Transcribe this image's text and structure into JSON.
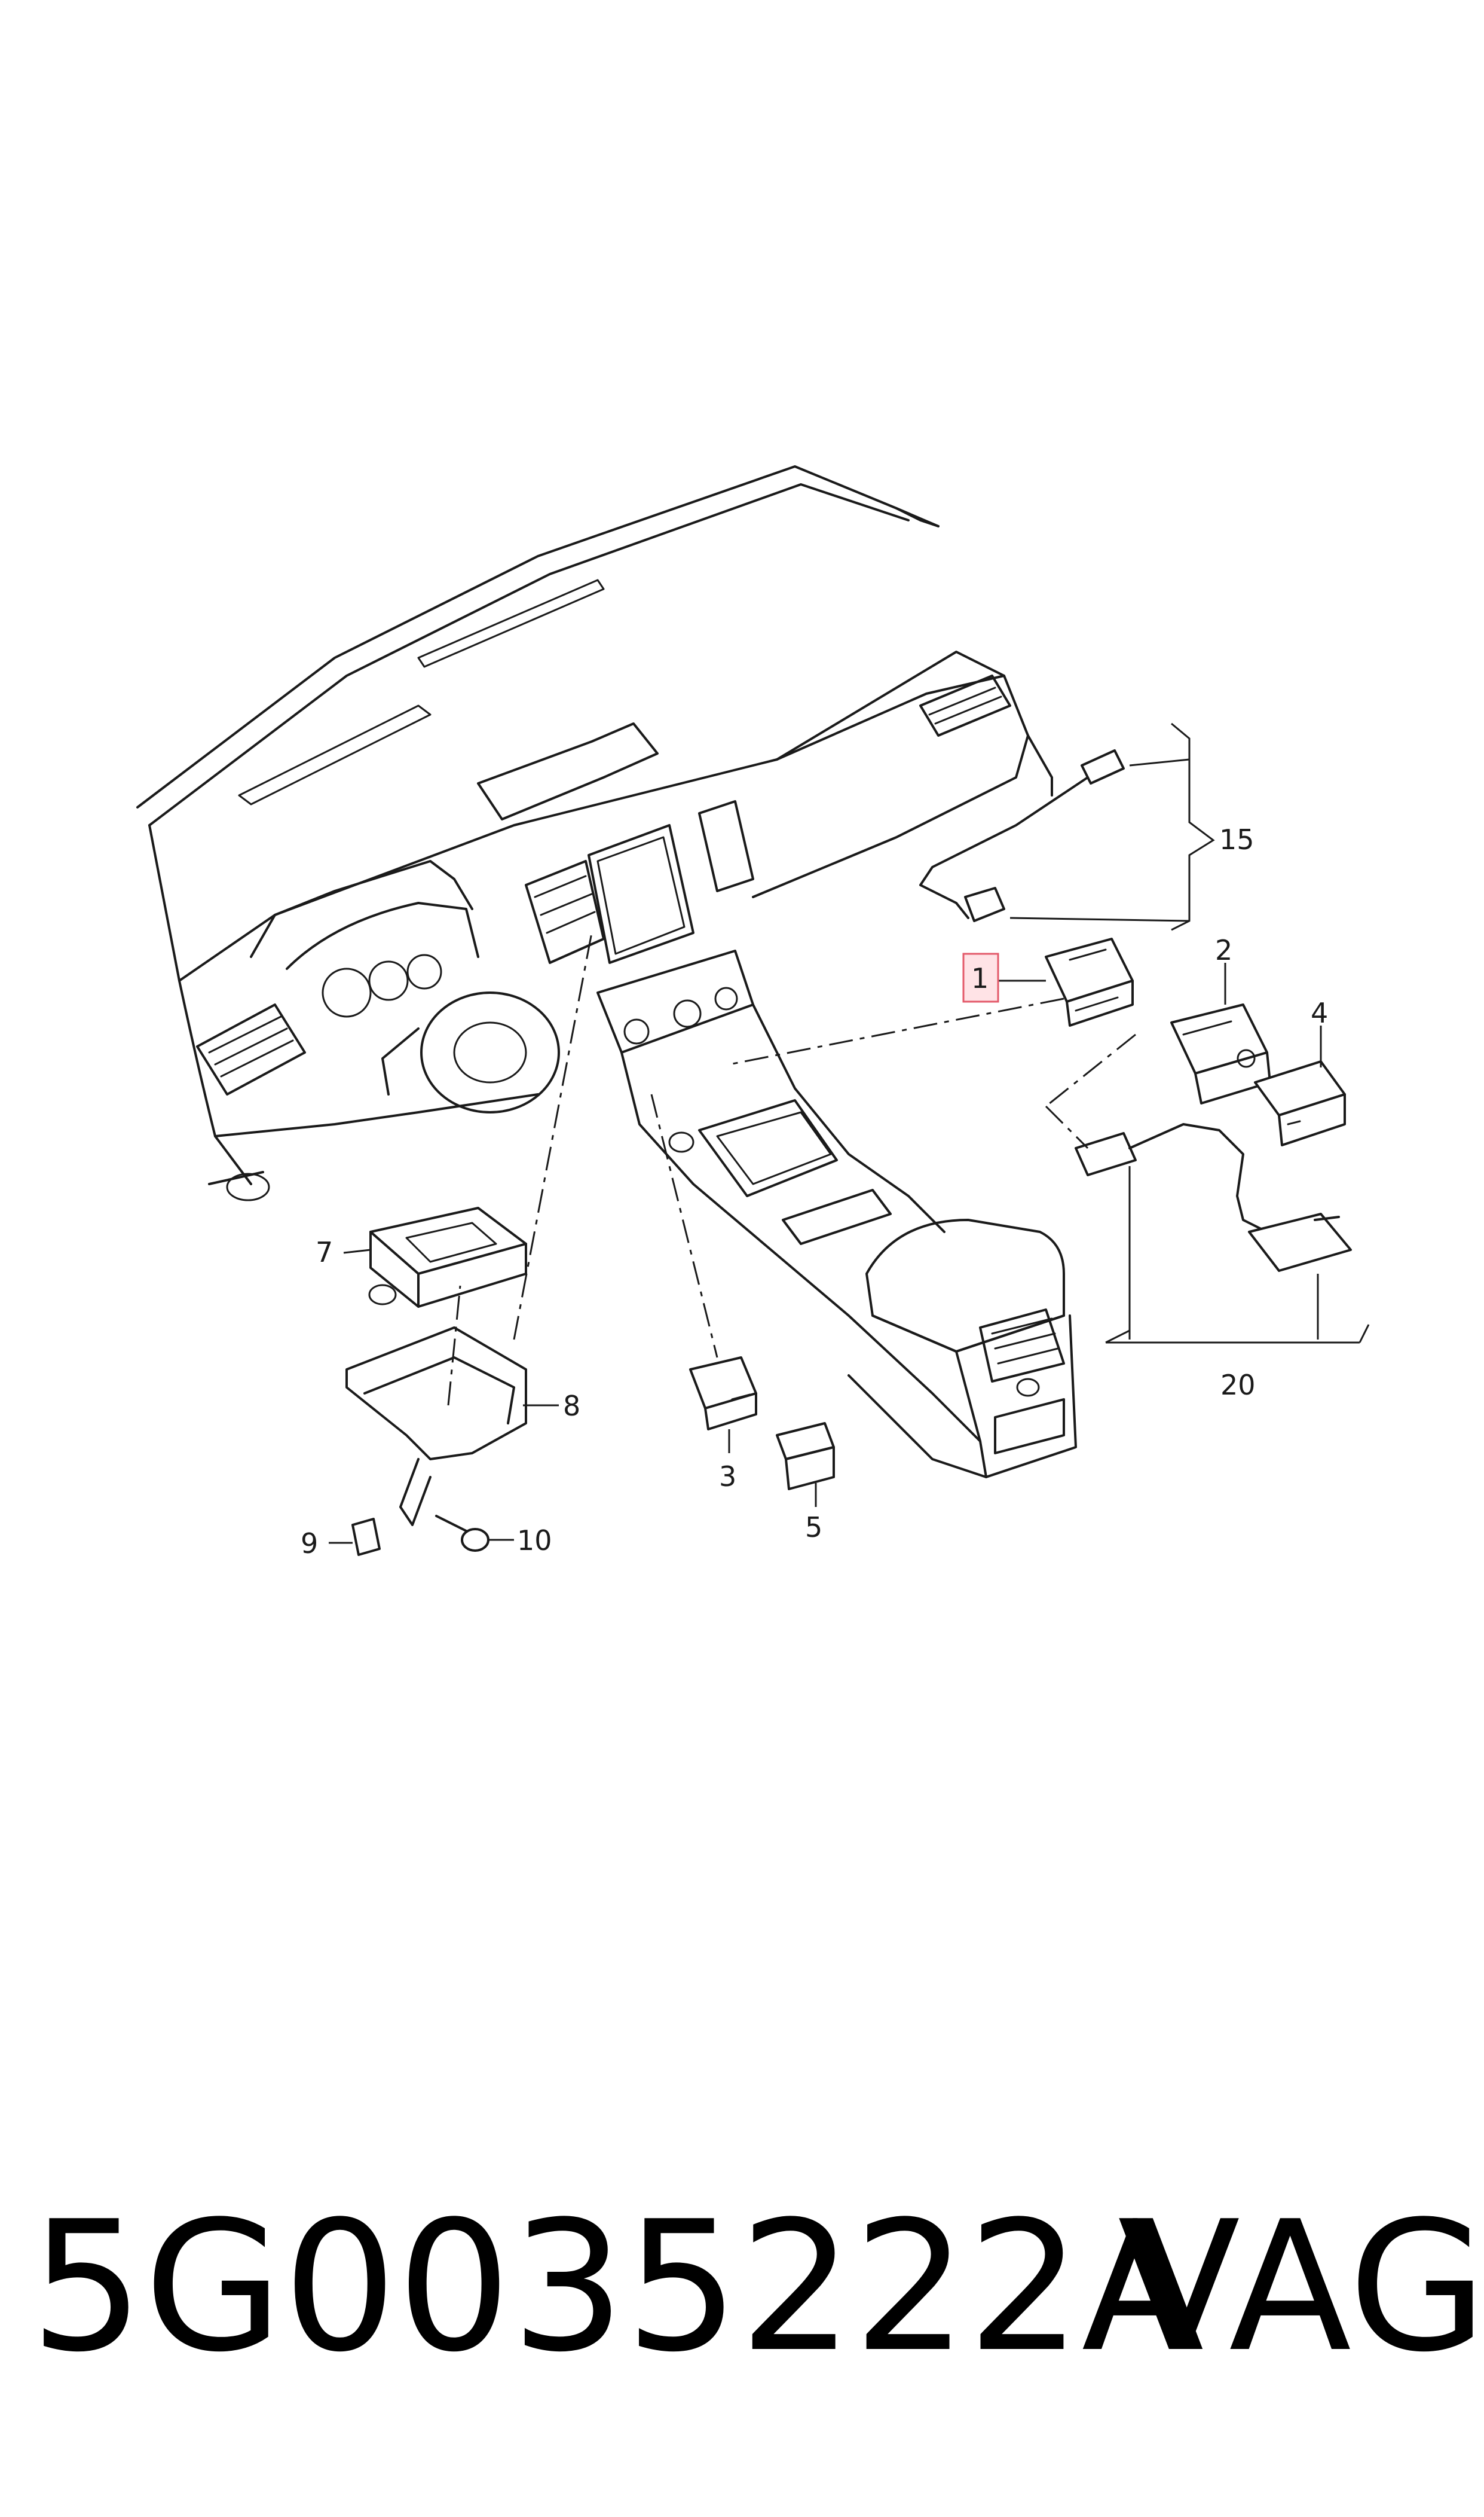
{
  "callouts": {
    "c1": "1",
    "c2": "2",
    "c3": "3",
    "c4": "4",
    "c5": "5",
    "c7": "7",
    "c8": "8",
    "c9": "9",
    "c10": "10",
    "c15": "15",
    "c20": "20"
  },
  "highlighted_callout": "1",
  "highlight_color": "#ffe3e6",
  "footer": {
    "part_number": "5G0035222A",
    "brand": "VAG"
  }
}
